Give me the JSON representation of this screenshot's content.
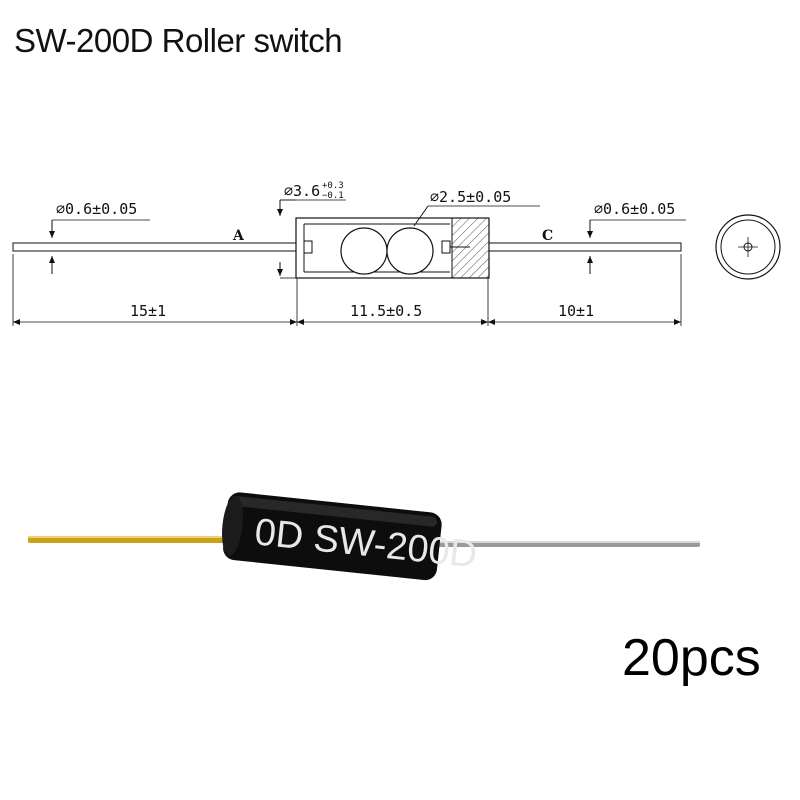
{
  "title": "SW-200D Roller switch",
  "quantity": "20pcs",
  "drawing": {
    "lead_diameter_left": "⌀0.6±0.05",
    "lead_diameter_right": "⌀0.6±0.05",
    "body_diameter": "⌀3.6",
    "body_diameter_tol_upper": "+0.3",
    "body_diameter_tol_lower": "−0.1",
    "ball_diameter": "⌀2.5±0.05",
    "label_a": "A",
    "label_c": "C",
    "length_left_lead": "15±1",
    "length_body": "11.5±0.5",
    "length_right_lead": "10±1"
  },
  "photo": {
    "body_marking": "0D  SW-200D",
    "body_color": "#0d0d0d",
    "left_lead_color": "#c9a21c",
    "right_lead_color": "#9a9a9a"
  }
}
